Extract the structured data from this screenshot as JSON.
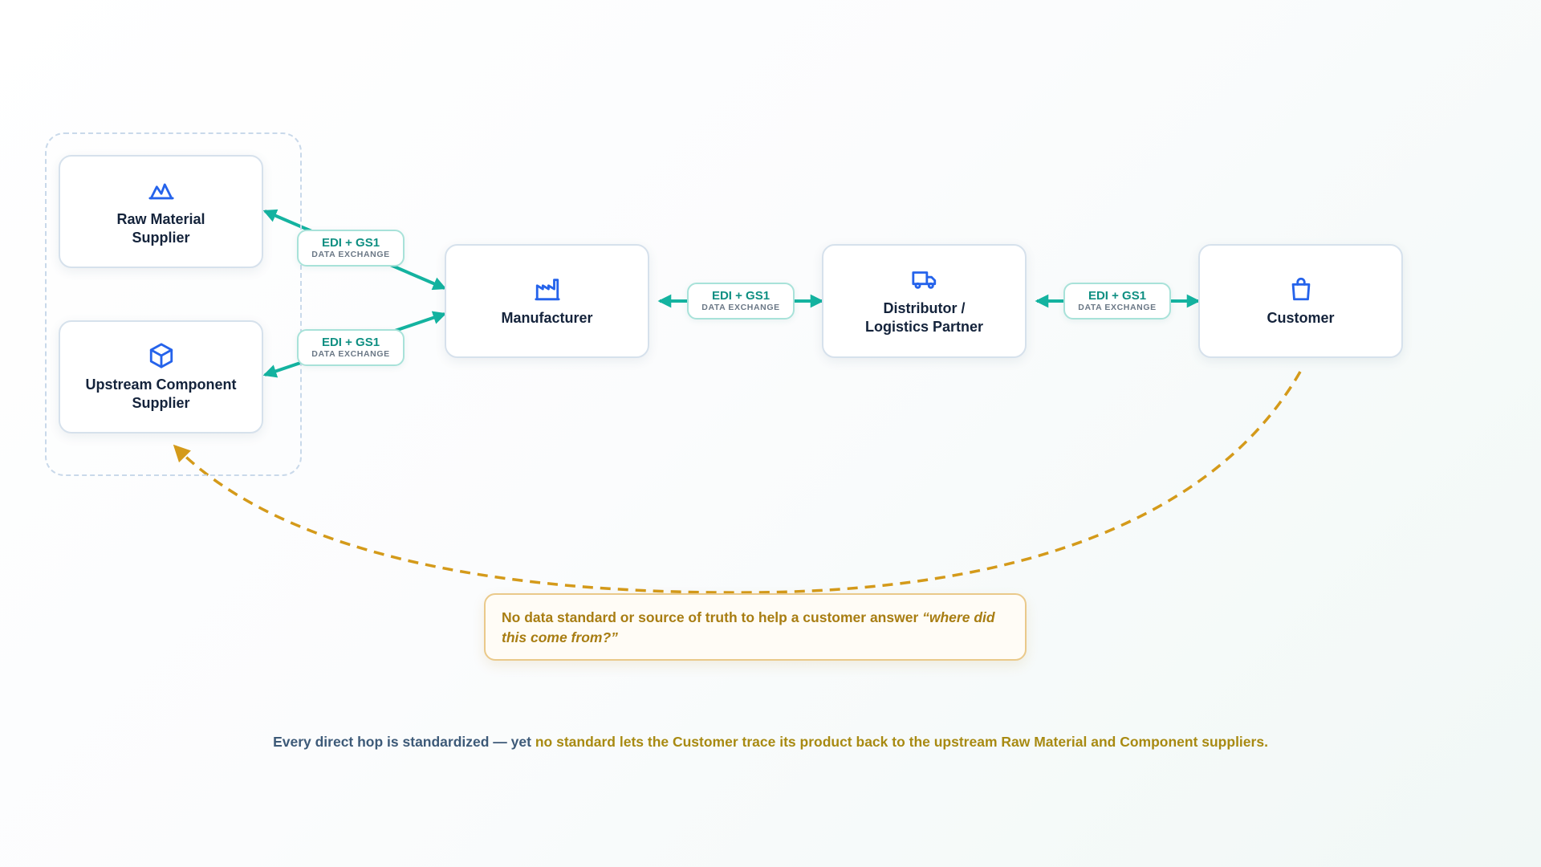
{
  "nodes": {
    "raw_material": {
      "label": "Raw Material\nSupplier",
      "icon": "mountain-icon"
    },
    "upstream_component": {
      "label": "Upstream Component\nSupplier",
      "icon": "cube-icon"
    },
    "manufacturer": {
      "label": "Manufacturer",
      "icon": "factory-icon"
    },
    "distributor": {
      "label": "Distributor /\nLogistics Partner",
      "icon": "truck-icon"
    },
    "customer": {
      "label": "Customer",
      "icon": "shopping-bag-icon"
    }
  },
  "exchanges": [
    {
      "main": "EDI + GS1",
      "sub": "DATA EXCHANGE"
    },
    {
      "main": "EDI + GS1",
      "sub": "DATA EXCHANGE"
    },
    {
      "main": "EDI + GS1",
      "sub": "DATA EXCHANGE"
    },
    {
      "main": "EDI + GS1",
      "sub": "DATA EXCHANGE"
    }
  ],
  "callout": {
    "text": "No data standard or source of truth to help a customer answer ",
    "quote": "“where did this come from?”"
  },
  "footer": {
    "text": "Every direct hop is standardized — yet ",
    "highlight": "no standard lets the Customer trace its product back to the upstream Raw Material and Component suppliers."
  },
  "colors": {
    "accent_teal": "#14b3a0",
    "icon_blue": "#2563eb",
    "warning_amber": "#d49a1a",
    "node_border": "#d6e1ec",
    "title_text": "#14233b"
  }
}
